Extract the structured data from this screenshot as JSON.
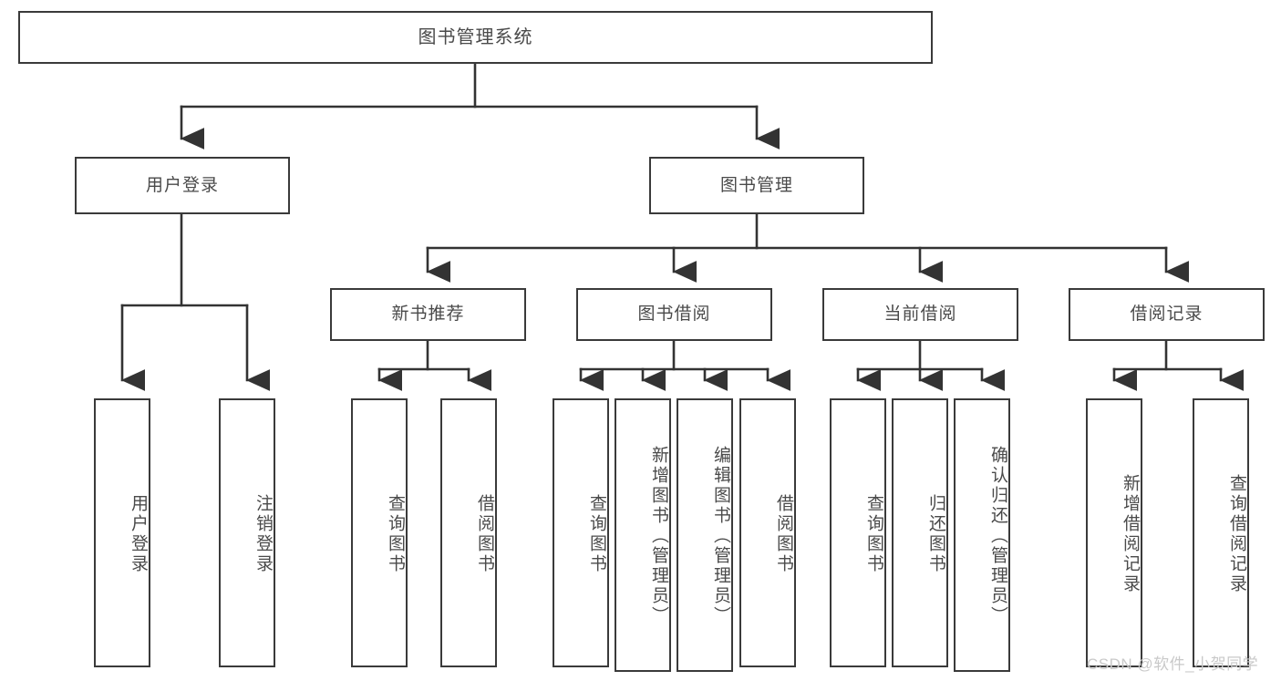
{
  "diagram": {
    "title": "图书管理系统",
    "type": "hierarchy-tree",
    "orientation": "top-down",
    "root": {
      "id": "root",
      "label": "图书管理系统",
      "text_direction": "horizontal"
    },
    "level1": [
      {
        "id": "user-login",
        "label": "用户登录",
        "text_direction": "horizontal"
      },
      {
        "id": "book-management",
        "label": "图书管理",
        "text_direction": "horizontal"
      }
    ],
    "level2": [
      {
        "id": "new-book-recommend",
        "label": "新书推荐",
        "parent": "book-management",
        "text_direction": "horizontal"
      },
      {
        "id": "book-borrow",
        "label": "图书借阅",
        "parent": "book-management",
        "text_direction": "horizontal"
      },
      {
        "id": "current-borrow",
        "label": "当前借阅",
        "parent": "book-management",
        "text_direction": "horizontal"
      },
      {
        "id": "borrow-record",
        "label": "借阅记录",
        "parent": "book-management",
        "text_direction": "horizontal"
      }
    ],
    "leaves": [
      {
        "id": "leaf-user-login",
        "label": "用户登录",
        "parent": "user-login",
        "text_direction": "vertical"
      },
      {
        "id": "leaf-logout",
        "label": "注销登录",
        "parent": "user-login",
        "text_direction": "vertical"
      },
      {
        "id": "leaf-query-book-1",
        "label": "查询图书",
        "parent": "new-book-recommend",
        "text_direction": "vertical"
      },
      {
        "id": "leaf-borrow-book-1",
        "label": "借阅图书",
        "parent": "new-book-recommend",
        "text_direction": "vertical"
      },
      {
        "id": "leaf-query-book-2",
        "label": "查询图书",
        "parent": "book-borrow",
        "text_direction": "vertical"
      },
      {
        "id": "leaf-add-book",
        "label": "新增图书（管理员）",
        "parent": "book-borrow",
        "text_direction": "vertical"
      },
      {
        "id": "leaf-edit-book",
        "label": "编辑图书（管理员）",
        "parent": "book-borrow",
        "text_direction": "vertical"
      },
      {
        "id": "leaf-borrow-book-2",
        "label": "借阅图书",
        "parent": "book-borrow",
        "text_direction": "vertical"
      },
      {
        "id": "leaf-query-book-3",
        "label": "查询图书",
        "parent": "current-borrow",
        "text_direction": "vertical"
      },
      {
        "id": "leaf-return-book",
        "label": "归还图书",
        "parent": "current-borrow",
        "text_direction": "vertical"
      },
      {
        "id": "leaf-confirm-return",
        "label": "确认归还（管理员）",
        "parent": "current-borrow",
        "text_direction": "vertical"
      },
      {
        "id": "leaf-add-record",
        "label": "新增借阅记录",
        "parent": "borrow-record",
        "text_direction": "vertical"
      },
      {
        "id": "leaf-query-record",
        "label": "查询借阅记录",
        "parent": "borrow-record",
        "text_direction": "vertical"
      }
    ]
  },
  "watermark": {
    "text": "CSDN @软件_小贺同学"
  },
  "colors": {
    "box_border": "#3a3a3a",
    "box_fill": "#ffffff",
    "text": "#4a4a4a",
    "connector": "#333333",
    "watermark": "#c9c9c9",
    "background": "#ffffff"
  }
}
